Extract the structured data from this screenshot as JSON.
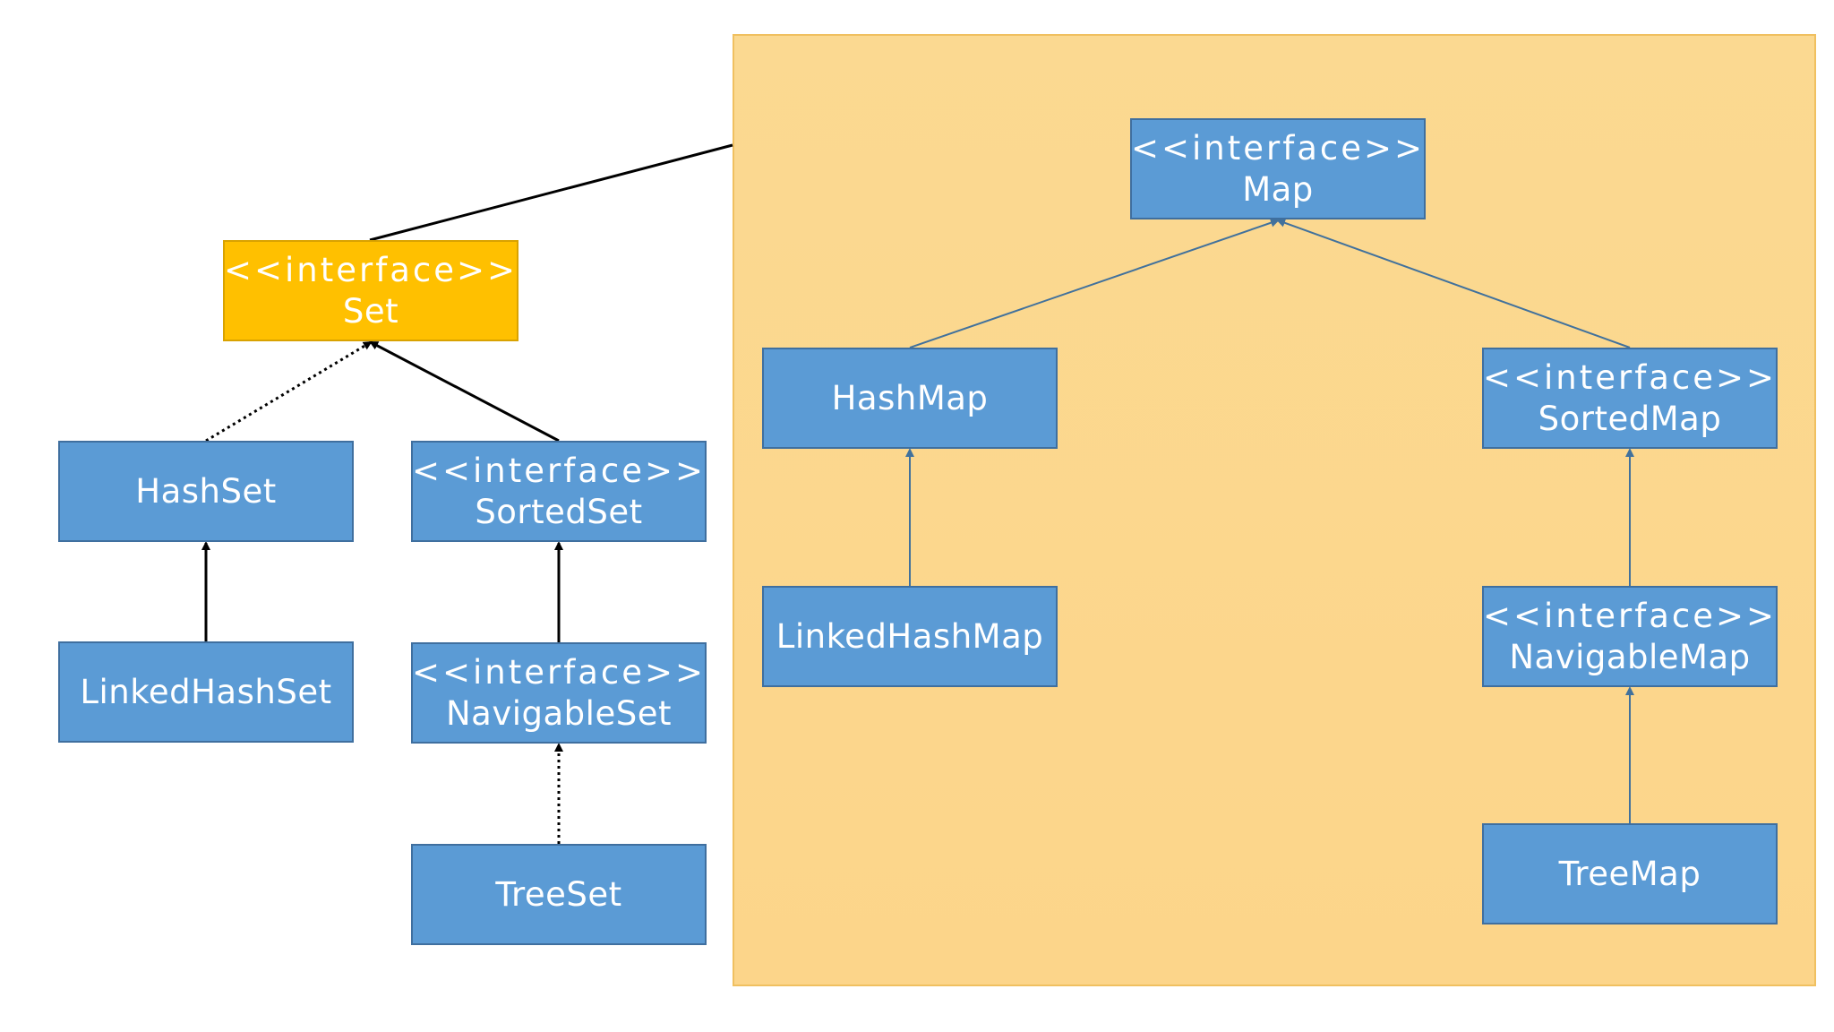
{
  "colors": {
    "node_fill": "#5b9bd5",
    "node_border": "#3f6f9f",
    "highlight_fill": "#ffc000",
    "highlight_border": "#d9a200",
    "panel_fill_top": "#fbd991",
    "panel_fill_bottom": "#fcd58a",
    "set_edge": "#000000",
    "map_edge": "#41719c"
  },
  "nodes": {
    "set": {
      "stereotype": "<<interface>>",
      "name": "Set"
    },
    "hashset": {
      "stereotype": "",
      "name": "HashSet"
    },
    "sortedset": {
      "stereotype": "<<interface>>",
      "name": "SortedSet"
    },
    "linkedhashset": {
      "stereotype": "",
      "name": "LinkedHashSet"
    },
    "navigableset": {
      "stereotype": "<<interface>>",
      "name": "NavigableSet"
    },
    "treeset": {
      "stereotype": "",
      "name": "TreeSet"
    },
    "map": {
      "stereotype": "<<interface>>",
      "name": "Map"
    },
    "hashmap": {
      "stereotype": "",
      "name": "HashMap"
    },
    "sortedmap": {
      "stereotype": "<<interface>>",
      "name": "SortedMap"
    },
    "linkedhashmap": {
      "stereotype": "",
      "name": "LinkedHashMap"
    },
    "navigablemap": {
      "stereotype": "<<interface>>",
      "name": "NavigableMap"
    },
    "treemap": {
      "stereotype": "",
      "name": "TreeMap"
    }
  },
  "edges": [
    {
      "from": "hashset",
      "to": "set",
      "style": "dotted"
    },
    {
      "from": "sortedset",
      "to": "set",
      "style": "solid"
    },
    {
      "from": "linkedhashset",
      "to": "hashset",
      "style": "solid"
    },
    {
      "from": "navigableset",
      "to": "sortedset",
      "style": "solid"
    },
    {
      "from": "treeset",
      "to": "navigableset",
      "style": "dotted"
    },
    {
      "from": "hashmap",
      "to": "map",
      "style": "thin"
    },
    {
      "from": "sortedmap",
      "to": "map",
      "style": "thin"
    },
    {
      "from": "linkedhashmap",
      "to": "hashmap",
      "style": "thin"
    },
    {
      "from": "navigablemap",
      "to": "sortedmap",
      "style": "thin"
    },
    {
      "from": "treemap",
      "to": "navigablemap",
      "style": "thin"
    }
  ]
}
